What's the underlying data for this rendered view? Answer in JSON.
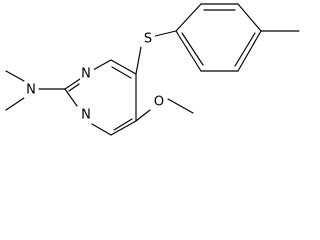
{
  "molecule": {
    "atoms": {
      "n_ring_top": "N",
      "n_ring_bottom": "N",
      "n_amine": "N",
      "s_thioether": "S",
      "o_methoxy": "O"
    }
  }
}
